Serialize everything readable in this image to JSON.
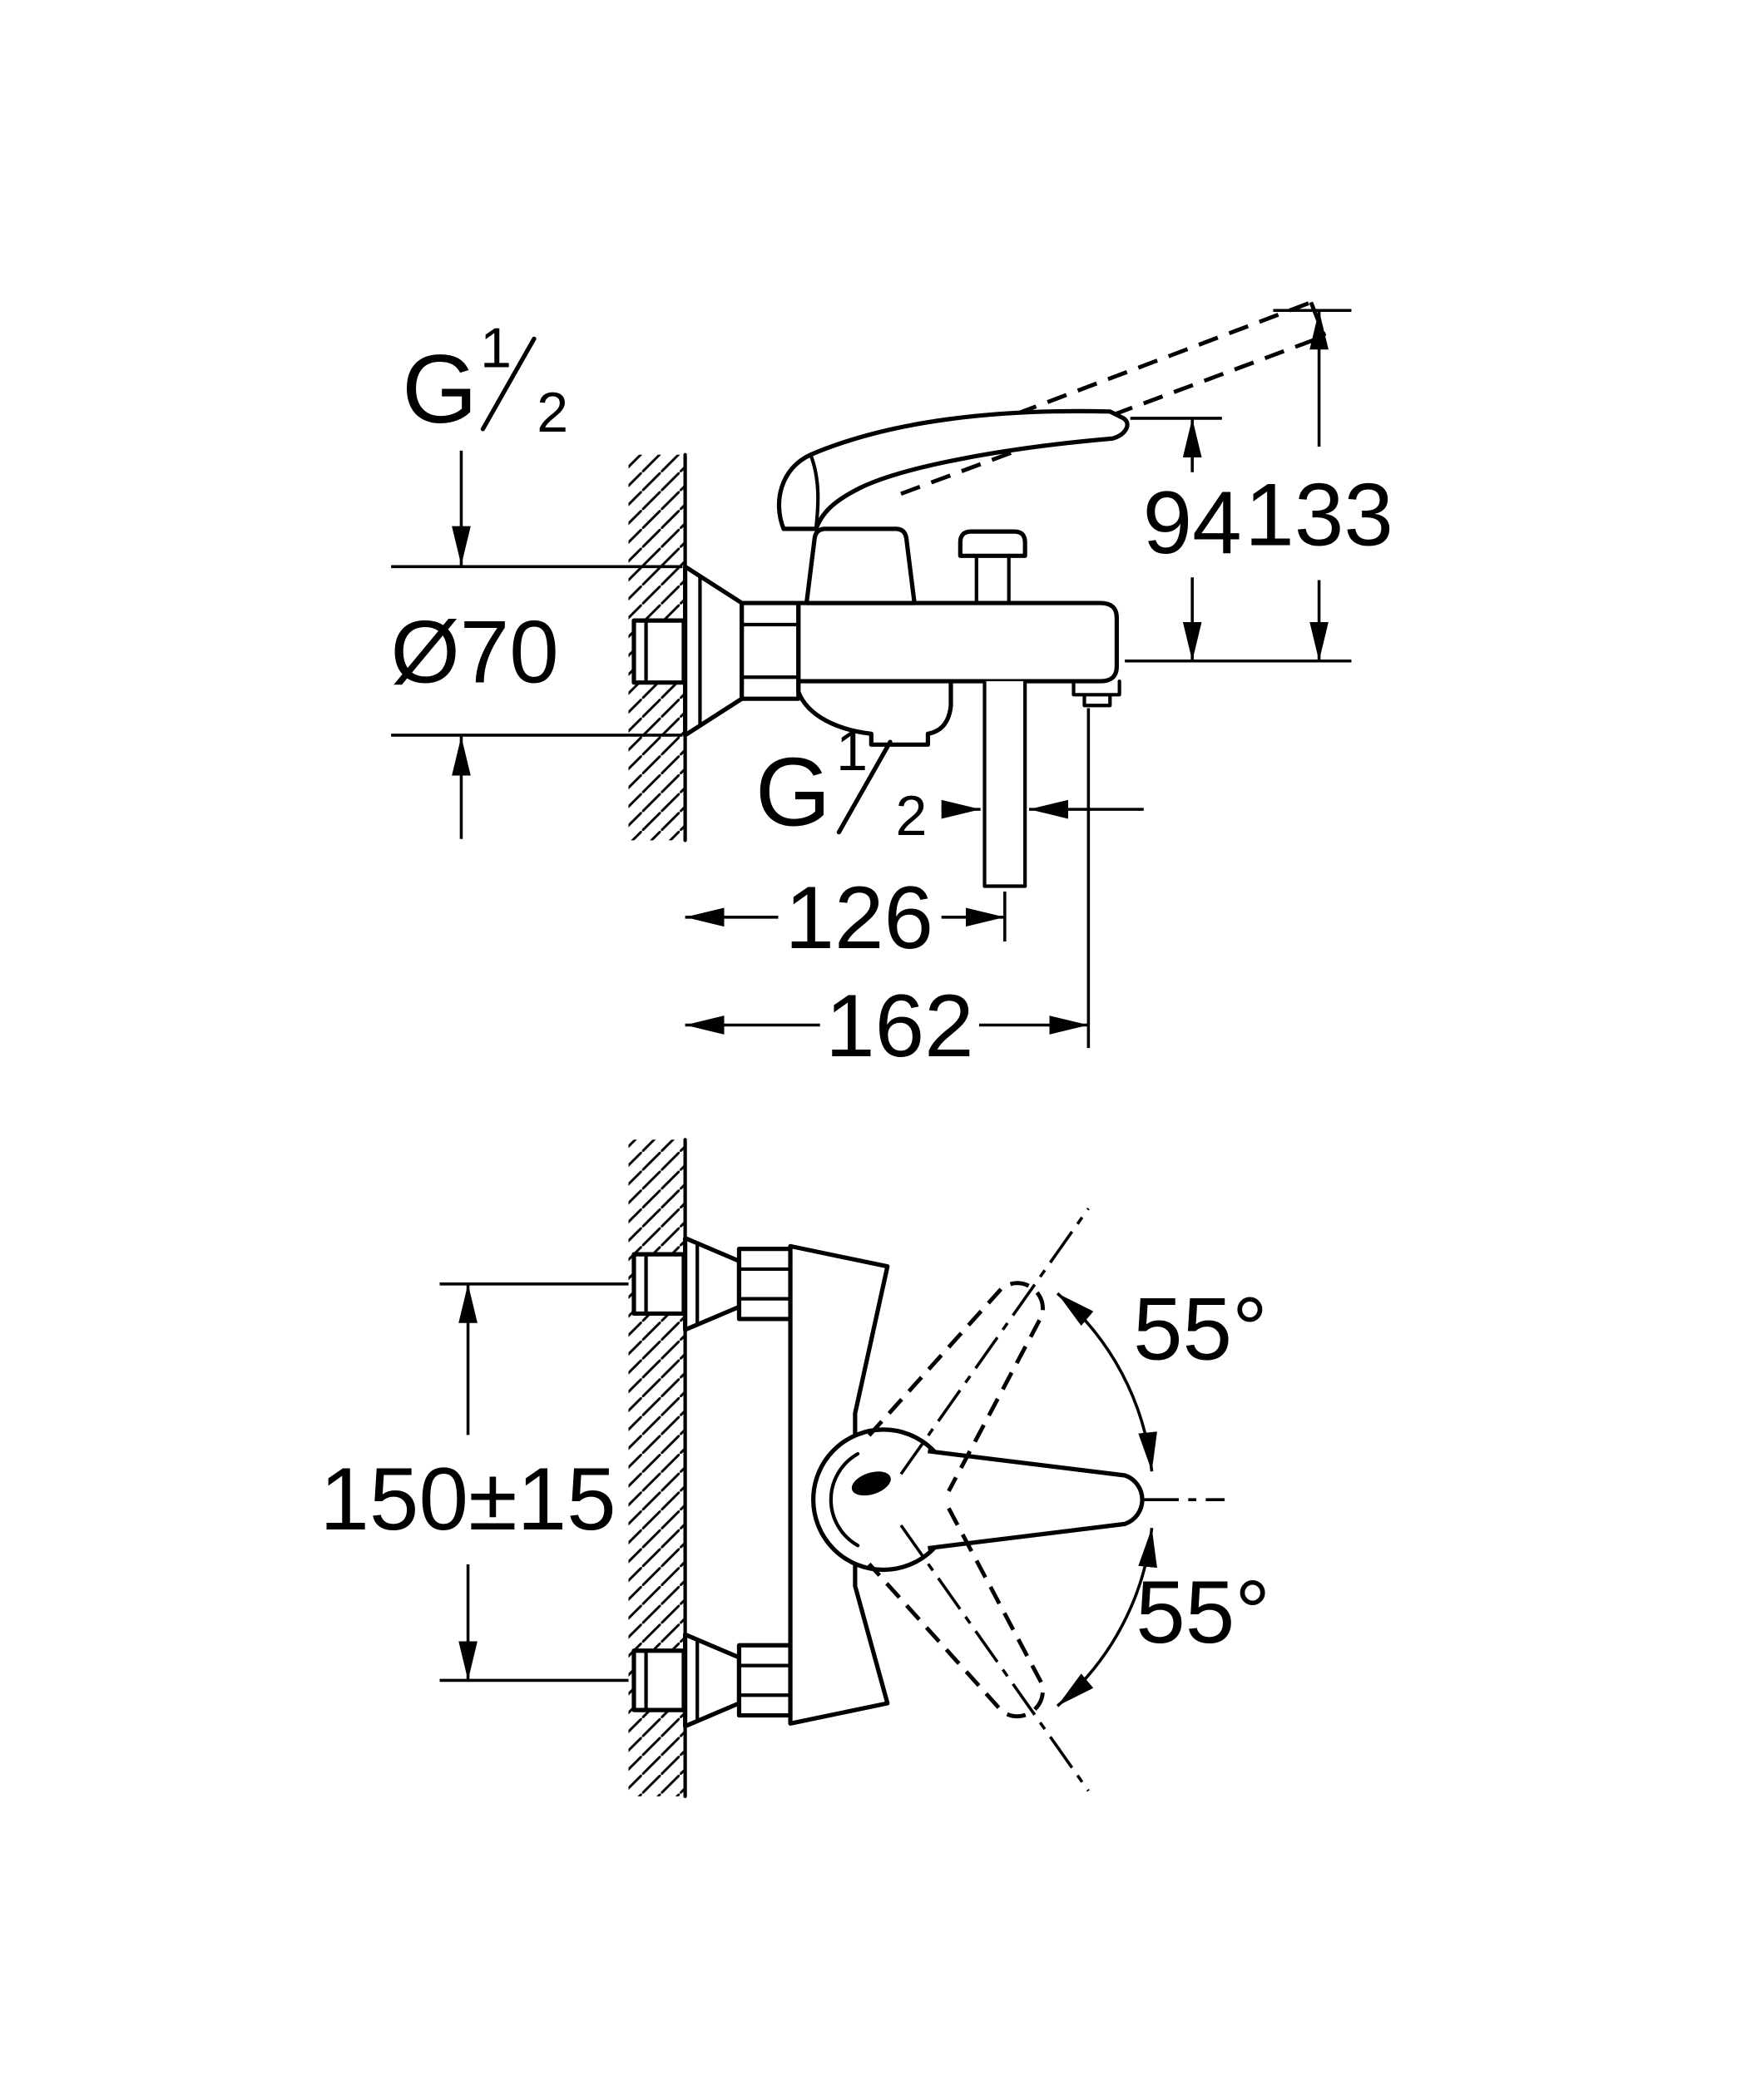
{
  "drawing": {
    "background": "#ffffff",
    "line_color": "#000000",
    "description_labels": {
      "side_view": {
        "thread_wall": {
          "label": "G 1/2",
          "base": "G",
          "numerator": "1",
          "denominator": "2"
        },
        "escutcheon_diameter": "Ø70",
        "handle_height": "94",
        "total_height": "133",
        "thread_outlet": {
          "label": "G 1/2",
          "base": "G",
          "numerator": "1",
          "denominator": "2"
        },
        "wall_to_outlet": "126",
        "wall_to_front": "162"
      },
      "plan_view": {
        "inlet_center_distance": "150±15",
        "handle_swivel_up": "55°",
        "handle_swivel_down": "55°"
      }
    }
  }
}
